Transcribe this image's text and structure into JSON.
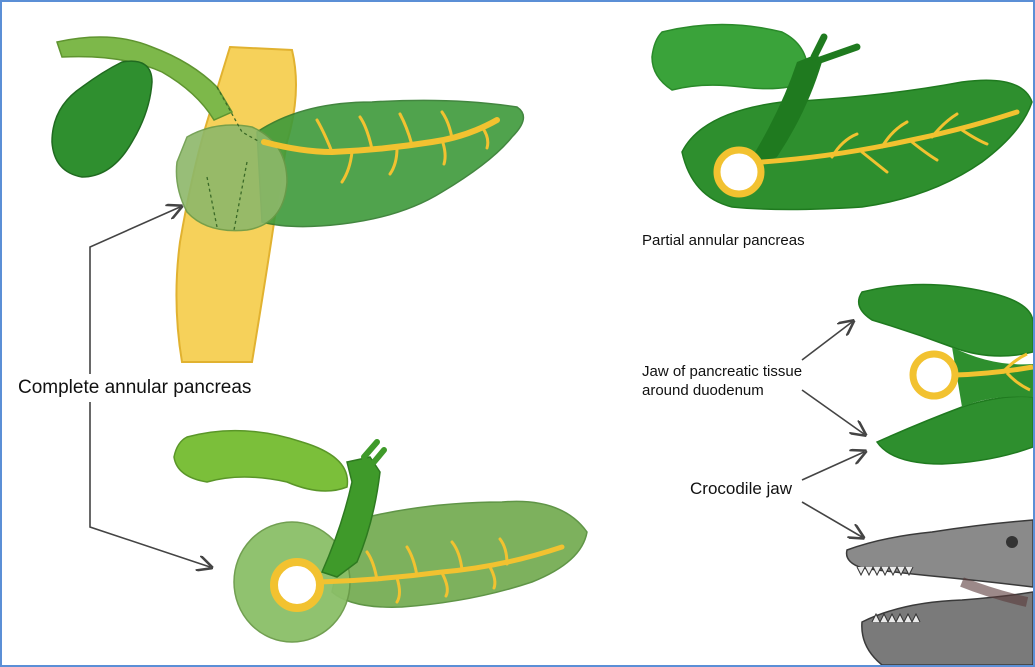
{
  "labels": {
    "complete": "Complete annular pancreas",
    "partial": "Partial annular pancreas",
    "jaw_line1": "Jaw of pancreatic tissue",
    "jaw_line2": "around duodenum",
    "crocodile": "Crocodile jaw"
  },
  "colors": {
    "border": "#5b8fd6",
    "gallbladder_light": "#8cc63f",
    "gallbladder_dark": "#2e8b2e",
    "pancreas_light": "#7fb35a",
    "pancreas_dark": "#1f7a1f",
    "duct_yellow": "#f2c230",
    "duodenum_yellow": "#f5d15c",
    "arrow": "#444444"
  }
}
